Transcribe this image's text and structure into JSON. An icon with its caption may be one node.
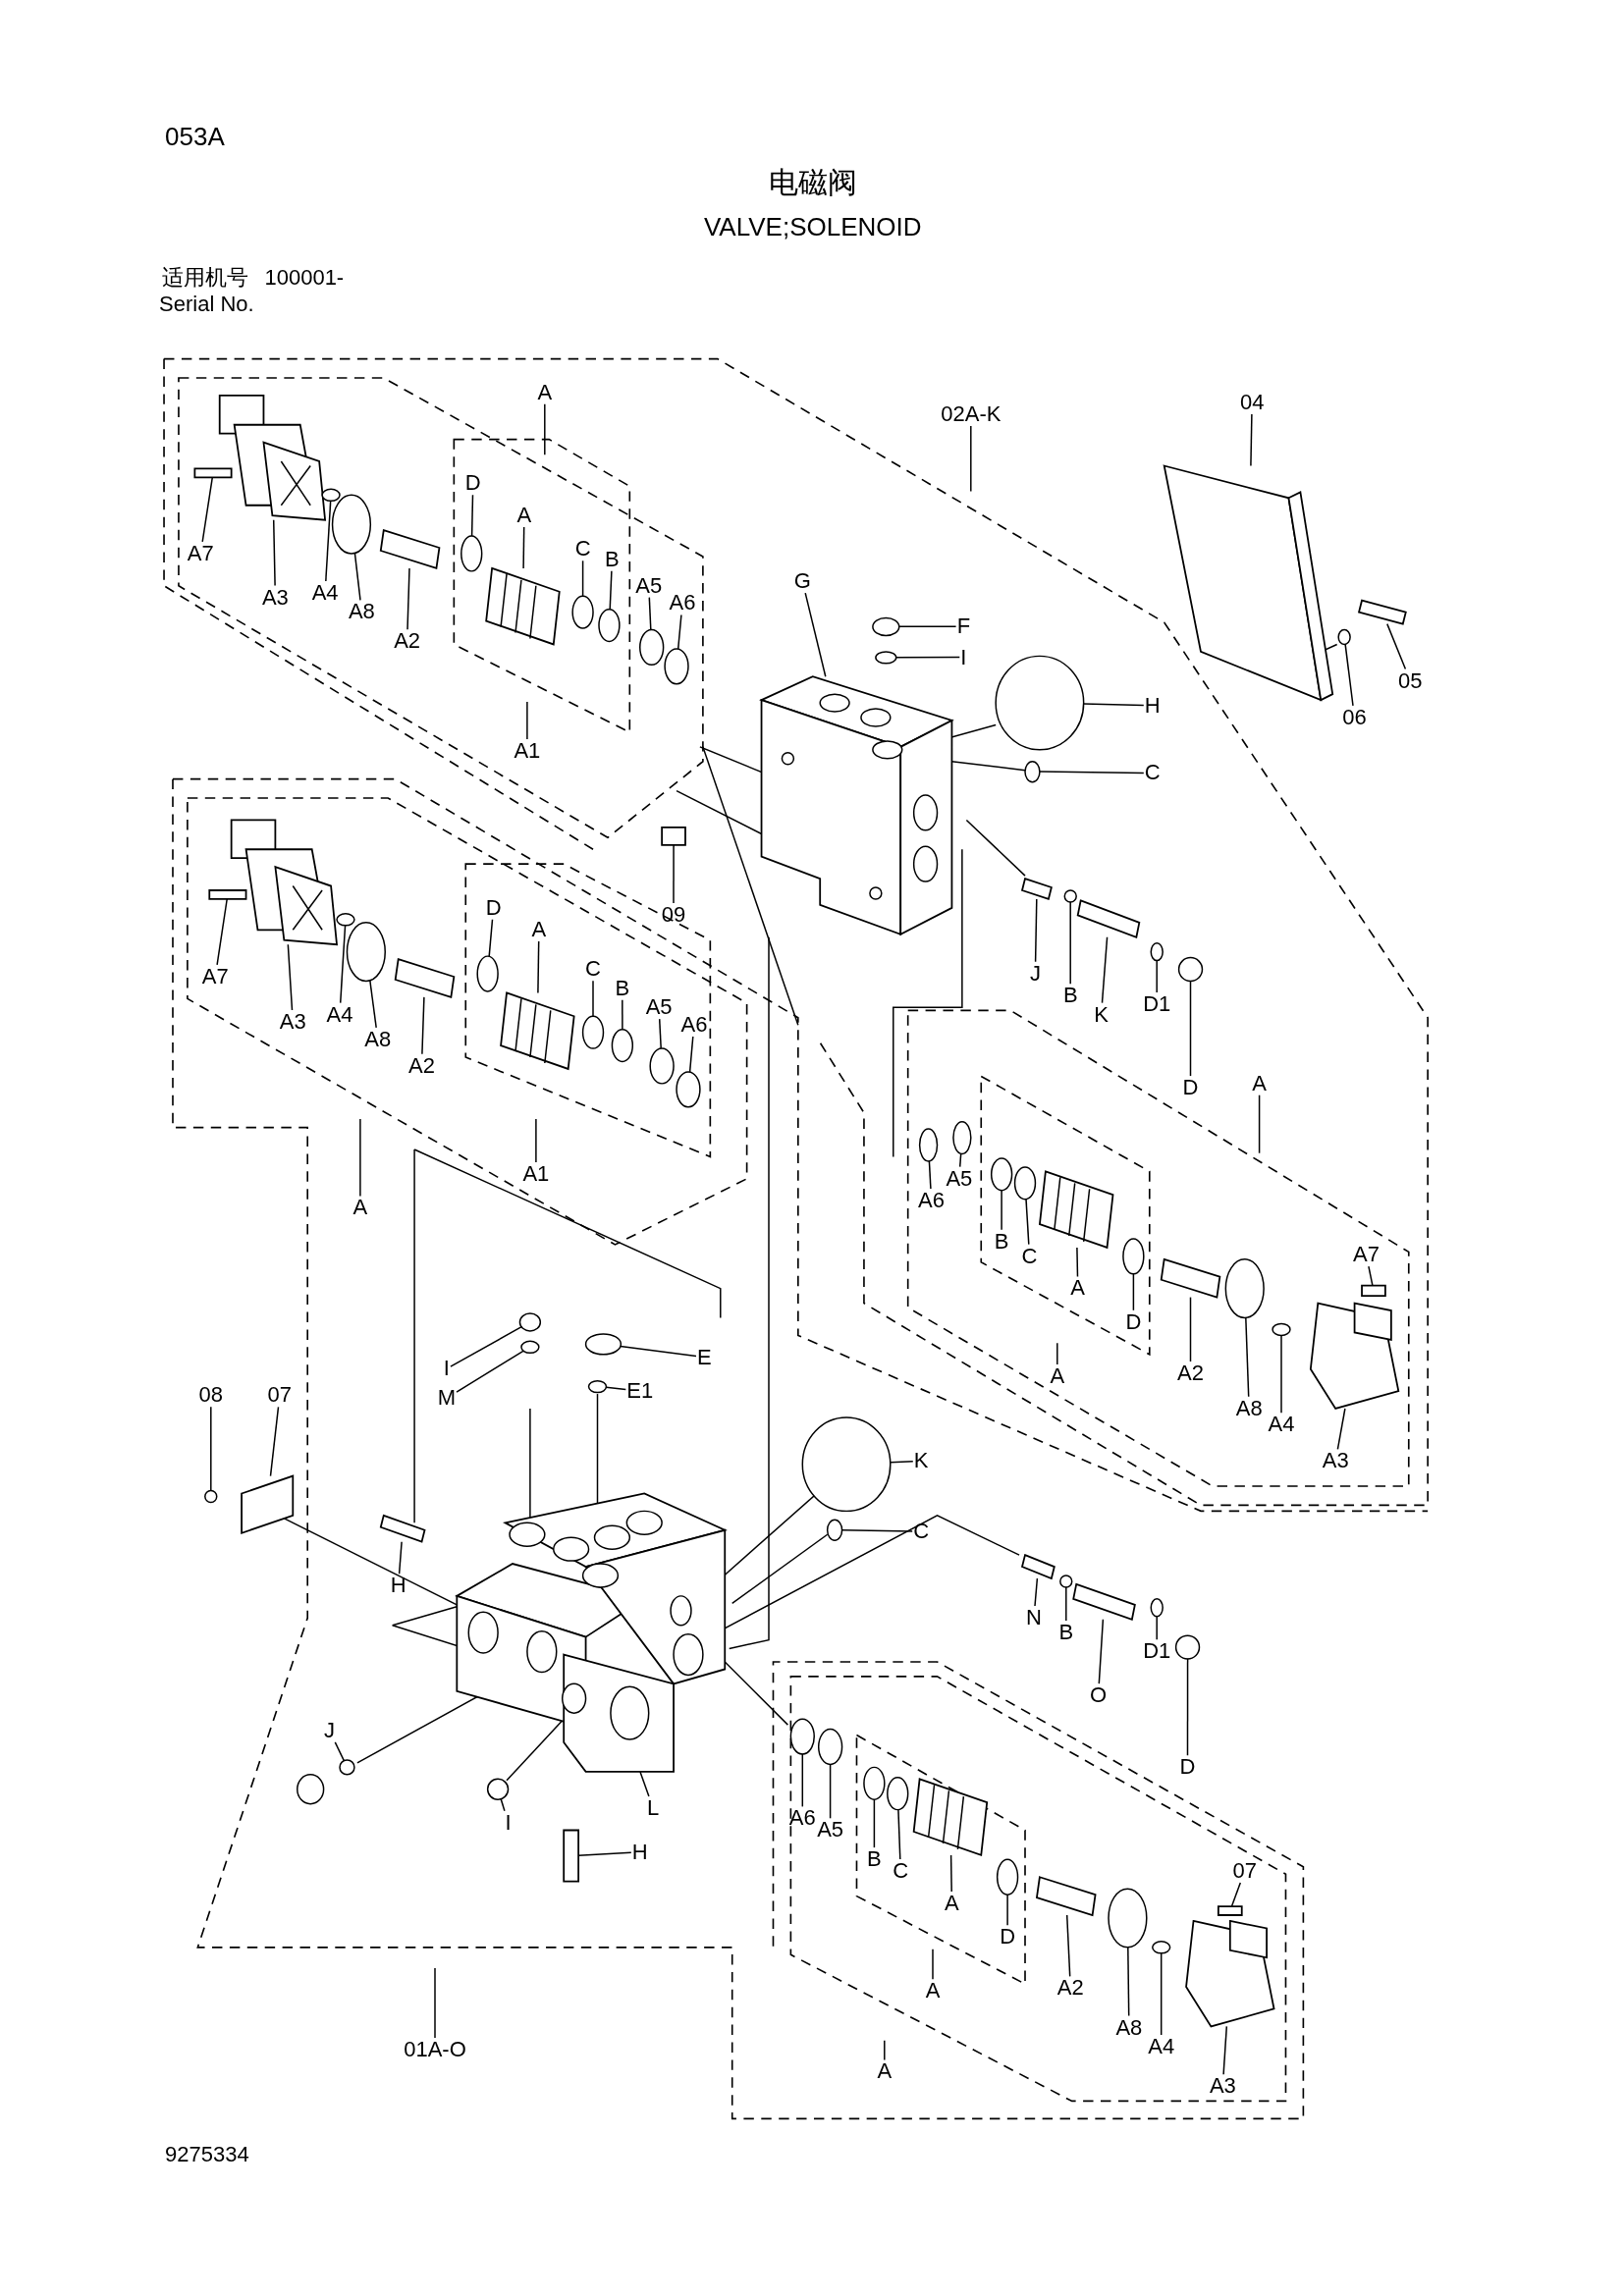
{
  "diagram": {
    "title": "电磁阀",
    "nodes": [
      {
        "text": [
          "A"
        ]
      },
      {
        "text": [
          "02A-K"
        ]
      },
      {
        "text": [
          "04"
        ]
      },
      {
        "text": [
          "A7"
        ]
      },
      {
        "text": [
          "A3"
        ]
      },
      {
        "text": [
          "A4"
        ]
      },
      {
        "text": [
          "A8"
        ]
      },
      {
        "text": [
          "A2"
        ]
      },
      {
        "text": [
          "D"
        ]
      },
      {
        "text": [
          "A"
        ]
      },
      {
        "text": [
          "C"
        ]
      },
      {
        "text": [
          "B"
        ]
      },
      {
        "text": [
          "A5"
        ]
      },
      {
        "text": [
          "A6"
        ]
      },
      {
        "text": [
          "A1"
        ]
      },
      {
        "text": [
          "G"
        ]
      },
      {
        "text": [
          "F"
        ]
      },
      {
        "text": [
          "I"
        ]
      },
      {
        "text": [
          "H"
        ]
      },
      {
        "text": [
          "C"
        ]
      },
      {
        "text": [
          "06"
        ]
      },
      {
        "text": [
          "05"
        ]
      },
      {
        "text": [
          "09"
        ]
      },
      {
        "text": [
          "D"
        ]
      },
      {
        "text": [
          "A"
        ]
      },
      {
        "text": [
          "C"
        ]
      },
      {
        "text": [
          "B"
        ]
      },
      {
        "text": [
          "A5"
        ]
      },
      {
        "text": [
          "A6"
        ]
      },
      {
        "text": [
          "A7"
        ]
      },
      {
        "text": [
          "A3"
        ]
      },
      {
        "text": [
          "A4"
        ]
      },
      {
        "text": [
          "A8"
        ]
      },
      {
        "text": [
          "A2"
        ]
      },
      {
        "text": [
          "A1"
        ]
      },
      {
        "text": [
          "A"
        ]
      },
      {
        "text": [
          "J"
        ]
      },
      {
        "text": [
          "B"
        ]
      },
      {
        "text": [
          "K"
        ]
      },
      {
        "text": [
          "D1"
        ]
      },
      {
        "text": [
          "D"
        ]
      },
      {
        "text": [
          "A"
        ]
      },
      {
        "text": [
          "A6"
        ]
      },
      {
        "text": [
          "A5"
        ]
      },
      {
        "text": [
          "B"
        ]
      },
      {
        "text": [
          "C"
        ]
      },
      {
        "text": [
          "A"
        ]
      },
      {
        "text": [
          "D"
        ]
      },
      {
        "text": [
          "A"
        ]
      },
      {
        "text": [
          "A2"
        ]
      },
      {
        "text": [
          "A8"
        ]
      },
      {
        "text": [
          "A4"
        ]
      },
      {
        "text": [
          "A7"
        ]
      },
      {
        "text": [
          "A3"
        ]
      },
      {
        "text": [
          "I"
        ]
      },
      {
        "text": [
          "M"
        ]
      },
      {
        "text": [
          "E"
        ]
      },
      {
        "text": [
          "E1"
        ]
      },
      {
        "text": [
          "08"
        ]
      },
      {
        "text": [
          "07"
        ]
      },
      {
        "text": [
          "K"
        ]
      },
      {
        "text": [
          "C"
        ]
      },
      {
        "text": [
          "H"
        ]
      },
      {
        "text": [
          "N"
        ]
      },
      {
        "text": [
          "B"
        ]
      },
      {
        "text": [
          "O"
        ]
      },
      {
        "text": [
          "D1"
        ]
      },
      {
        "text": [
          "D"
        ]
      },
      {
        "text": [
          "J"
        ]
      },
      {
        "text": [
          "I"
        ]
      },
      {
        "text": [
          "L"
        ]
      },
      {
        "text": [
          "H"
        ]
      },
      {
        "text": [
          "A6"
        ]
      },
      {
        "text": [
          "A5"
        ]
      },
      {
        "text": [
          "B"
        ]
      },
      {
        "text": [
          "C"
        ]
      },
      {
        "text": [
          "A"
        ]
      },
      {
        "text": [
          "D"
        ]
      },
      {
        "text": [
          "A"
        ]
      },
      {
        "text": [
          "A2"
        ]
      },
      {
        "text": [
          "A8"
        ]
      },
      {
        "text": [
          "A4"
        ]
      },
      {
        "text": [
          "07"
        ]
      },
      {
        "text": [
          "A3"
        ]
      },
      {
        "text": [
          "A"
        ]
      },
      {
        "text": [
          "01A-O"
        ]
      },
      {
        "text": [],
        "shape": "box"
      },
      {
        "text": [],
        "shape": "box"
      },
      {
        "text": [],
        "shape": "picture"
      },
      {
        "text": [],
        "shape": "circle"
      },
      {
        "text": [],
        "shape": "circle"
      },
      {
        "text": [],
        "shape": "box"
      },
      {
        "text": [],
        "shape": "circle"
      },
      {
        "text": [],
        "shape": "picture"
      },
      {
        "text": [],
        "shape": "circle"
      },
      {
        "text": [],
        "shape": "circle"
      },
      {
        "text": [],
        "shape": "circle"
      },
      {
        "text": [],
        "shape": "circle"
      },
      {
        "text": [],
        "shape": "picture"
      },
      {
        "text": [],
        "shape": "circle"
      },
      {
        "text": [],
        "shape": "circle"
      },
      {
        "text": [],
        "shape": "circle"
      },
      {
        "text": [],
        "shape": "circle"
      },
      {
        "text": [],
        "shape": "circle"
      },
      {
        "text": [],
        "shape": "box"
      },
      {
        "text": [],
        "shape": "box"
      },
      {
        "text": [],
        "shape": "circle"
      },
      {
        "text": [],
        "shape": "picture"
      },
      {
        "text": [],
        "shape": "circle"
      },
      {
        "text": [],
        "shape": "circle"
      },
      {
        "text": [],
        "shape": "circle"
      },
      {
        "text": [],
        "shape": "circle"
      },
      {
        "text": [],
        "shape": "box"
      },
      {
        "text": [],
        "shape": "picture"
      },
      {
        "text": [],
        "shape": "circle"
      },
      {
        "text": [],
        "shape": "circle"
      },
      {
        "text": [],
        "shape": "box"
      },
      {
        "text": [],
        "shape": "box"
      },
      {
        "text": [],
        "shape": "circle"
      },
      {
        "text": [],
        "shape": "box"
      },
      {
        "text": [],
        "shape": "circle"
      },
      {
        "text": [],
        "shape": "circle"
      },
      {
        "text": [],
        "shape": "circle"
      },
      {
        "text": [],
        "shape": "circle"
      },
      {
        "text": [],
        "shape": "circle"
      },
      {
        "text": [],
        "shape": "circle"
      },
      {
        "text": [],
        "shape": "picture"
      },
      {
        "text": [],
        "shape": "circle"
      },
      {
        "text": [],
        "shape": "box"
      },
      {
        "text": [],
        "shape": "circle"
      },
      {
        "text": [],
        "shape": "circle"
      },
      {
        "text": [],
        "shape": "box"
      },
      {
        "text": [],
        "shape": "picture"
      },
      {
        "text": [],
        "shape": "circle"
      },
      {
        "text": [],
        "shape": "circle"
      },
      {
        "text": [],
        "shape": "circle"
      },
      {
        "text": [],
        "shape": "circle"
      },
      {
        "text": [],
        "shape": "circle"
      },
      {
        "text": [],
        "shape": "box"
      },
      {
        "text": [],
        "shape": "circle"
      },
      {
        "text": [],
        "shape": "circle"
      },
      {
        "text": [],
        "shape": "box"
      },
      {
        "text": [],
        "shape": "box"
      },
      {
        "text": [],
        "shape": "circle"
      },
      {
        "text": [],
        "shape": "box"
      },
      {
        "text": [],
        "shape": "circle"
      },
      {
        "text": [],
        "shape": "circle"
      },
      {
        "text": [],
        "shape": "circle"
      },
      {
        "text": [],
        "shape": "circle"
      },
      {
        "text": [],
        "shape": "picture"
      },
      {
        "text": [],
        "shape": "box"
      },
      {
        "text": [],
        "shape": "circle"
      },
      {
        "text": [],
        "shape": "circle"
      },
      {
        "text": [],
        "shape": "circle"
      },
      {
        "text": [],
        "shape": "circle"
      },
      {
        "text": [],
        "shape": "picture"
      },
      {
        "text": [],
        "shape": "circle"
      },
      {
        "text": [],
        "shape": "box"
      },
      {
        "text": [],
        "shape": "circle"
      },
      {
        "text": [],
        "shape": "circle"
      },
      {
        "text": [],
        "shape": "box"
      },
      {
        "text": [],
        "shape": "picture"
      }
    ],
    "edges": [
      {
        "from": 0,
        "to": null,
        "arrow": "none"
      },
      {
        "from": 1,
        "to": null,
        "arrow": "none"
      },
      {
        "from": 2,
        "to": 86,
        "arrow": "none"
      },
      {
        "from": 3,
        "to": 87,
        "arrow": "none"
      },
      {
        "from": 4,
        "to": 88,
        "arrow": "none"
      },
      {
        "from": 5,
        "to": 89,
        "arrow": "none"
      },
      {
        "from": 6,
        "to": 90,
        "arrow": "none"
      },
      {
        "from": 7,
        "to": 91,
        "arrow": "none"
      },
      {
        "from": 8,
        "to": 92,
        "arrow": "none"
      },
      {
        "from": 9,
        "to": 93,
        "arrow": "none"
      },
      {
        "from": 10,
        "to": 94,
        "arrow": "none"
      },
      {
        "from": 11,
        "to": 95,
        "arrow": "none"
      },
      {
        "from": 12,
        "to": 96,
        "arrow": "none"
      },
      {
        "from": 13,
        "to": 97,
        "arrow": "none"
      },
      {
        "from": 14,
        "to": null,
        "arrow": "none"
      },
      {
        "from": 15,
        "to": 98,
        "arrow": "none"
      },
      {
        "from": 16,
        "to": 99,
        "arrow": "none"
      },
      {
        "from": 17,
        "to": 100,
        "arrow": "none"
      },
      {
        "from": 18,
        "to": 101,
        "arrow": "none"
      },
      {
        "from": 19,
        "to": 102,
        "arrow": "none"
      },
      {
        "from": 20,
        "to": 103,
        "arrow": "none"
      },
      {
        "from": 21,
        "to": 104,
        "arrow": "none"
      },
      {
        "from": 22,
        "to": 105,
        "arrow": "none"
      },
      {
        "from": 23,
        "to": 106,
        "arrow": "none"
      },
      {
        "from": 24,
        "to": 107,
        "arrow": "none"
      },
      {
        "from": 25,
        "to": 108,
        "arrow": "none"
      },
      {
        "from": 26,
        "to": 109,
        "arrow": "none"
      },
      {
        "from": 27,
        "to": 110,
        "arrow": "none"
      },
      {
        "from": 28,
        "to": 111,
        "arrow": "none"
      },
      {
        "from": 29,
        "to": 112,
        "arrow": "none"
      },
      {
        "from": 30,
        "to": 113,
        "arrow": "none"
      },
      {
        "from": 31,
        "to": 114,
        "arrow": "none"
      },
      {
        "from": 32,
        "to": 115,
        "arrow": "none"
      },
      {
        "from": 33,
        "to": 116,
        "arrow": "none"
      },
      {
        "from": 34,
        "to": null,
        "arrow": "none"
      },
      {
        "from": 35,
        "to": null,
        "arrow": "none"
      },
      {
        "from": 36,
        "to": 117,
        "arrow": "none"
      },
      {
        "from": 37,
        "to": 118,
        "arrow": "none"
      },
      {
        "from": 38,
        "to": 119,
        "arrow": "none"
      },
      {
        "from": 39,
        "to": 120,
        "arrow": "none"
      },
      {
        "from": 40,
        "to": 121,
        "arrow": "none"
      },
      {
        "from": 41,
        "to": null,
        "arrow": "none"
      },
      {
        "from": 42,
        "to": 122,
        "arrow": "none"
      },
      {
        "from": 43,
        "to": 123,
        "arrow": "none"
      },
      {
        "from": 44,
        "to": 124,
        "arrow": "none"
      },
      {
        "from": 45,
        "to": 125,
        "arrow": "none"
      },
      {
        "from": 46,
        "to": 126,
        "arrow": "none"
      },
      {
        "from": 47,
        "to": 127,
        "arrow": "none"
      },
      {
        "from": 48,
        "to": null,
        "arrow": "none"
      },
      {
        "from": 49,
        "to": 128,
        "arrow": "none"
      },
      {
        "from": 50,
        "to": 129,
        "arrow": "none"
      },
      {
        "from": 51,
        "to": 130,
        "arrow": "none"
      },
      {
        "from": 52,
        "to": 131,
        "arrow": "none"
      },
      {
        "from": 53,
        "to": 132,
        "arrow": "none"
      },
      {
        "from": 54,
        "to": 133,
        "arrow": "none"
      },
      {
        "from": 55,
        "to": 134,
        "arrow": "none"
      },
      {
        "from": 56,
        "to": 135,
        "arrow": "none"
      },
      {
        "from": 57,
        "to": 136,
        "arrow": "none"
      },
      {
        "from": 58,
        "to": 137,
        "arrow": "none"
      },
      {
        "from": 59,
        "to": 138,
        "arrow": "none"
      },
      {
        "from": 60,
        "to": 139,
        "arrow": "none"
      },
      {
        "from": 61,
        "to": 140,
        "arrow": "none"
      },
      {
        "from": 62,
        "to": 141,
        "arrow": "none"
      },
      {
        "from": 63,
        "to": 142,
        "arrow": "none"
      },
      {
        "from": 64,
        "to": 143,
        "arrow": "none"
      },
      {
        "from": 65,
        "to": 144,
        "arrow": "none"
      },
      {
        "from": 66,
        "to": 145,
        "arrow": "none"
      },
      {
        "from": 67,
        "to": 146,
        "arrow": "none"
      },
      {
        "from": 68,
        "to": 147,
        "arrow": "none"
      },
      {
        "from": 69,
        "to": 148,
        "arrow": "none"
      },
      {
        "from": 70,
        "to": 149,
        "arrow": "none"
      },
      {
        "from": 71,
        "to": 150,
        "arrow": "none"
      },
      {
        "from": 72,
        "to": 151,
        "arrow": "none"
      },
      {
        "from": 73,
        "to": 152,
        "arrow": "none"
      },
      {
        "from": 74,
        "to": 153,
        "arrow": "none"
      },
      {
        "from": 75,
        "to": 154,
        "arrow": "none"
      },
      {
        "from": 76,
        "to": 155,
        "arrow": "none"
      },
      {
        "from": 77,
        "to": 156,
        "arrow": "none"
      },
      {
        "from": 78,
        "to": null,
        "arrow": "none"
      },
      {
        "from": 79,
        "to": 157,
        "arrow": "none"
      },
      {
        "from": 80,
        "to": 158,
        "arrow": "none"
      },
      {
        "from": 81,
        "to": 159,
        "arrow": "none"
      },
      {
        "from": 82,
        "to": 160,
        "arrow": "none"
      },
      {
        "from": 83,
        "to": 161,
        "arrow": "none"
      },
      {
        "from": 84,
        "to": null,
        "arrow": "none"
      },
      {
        "from": 85,
        "to": null,
        "arrow": "none"
      }
    ],
    "labels": [
      "053A",
      "VALVE;SOLENOID",
      "适用机号",
      "100001-",
      "Serial No.",
      "9275334"
    ]
  }
}
